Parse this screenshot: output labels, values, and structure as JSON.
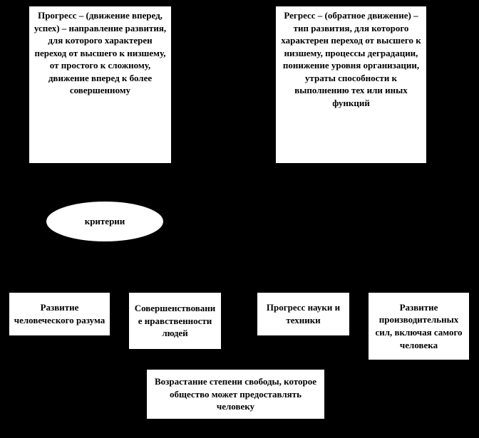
{
  "diagram": {
    "background_color": "#000000",
    "box_fill_color": "#ffffff",
    "text_color": "#000000",
    "progress_box": {
      "text": "Прогресс – (движение вперед, успех) – направление развития, для которого характерен переход от высшего к низшему, от простого к сложному, движение вперед к более совершенному"
    },
    "regress_box": {
      "text": "Регресс – (обратное движение) – тип развития, для которого характерен переход от высшего к низшему, процессы деградации, понижение уровня организации, утраты способности к выполнению тех или иных функций"
    },
    "criteria_ellipse": {
      "text": "критерии"
    },
    "criteria_items": {
      "reason": "Развитие человеческого разума",
      "morality": "Совершенствование нравственности людей",
      "science": "Прогресс науки и техники",
      "productive_forces": "Развитие производительных сил, включая самого человека",
      "freedom": "Возрастание степени свободы, которое общество может предоставлять человеку"
    }
  }
}
